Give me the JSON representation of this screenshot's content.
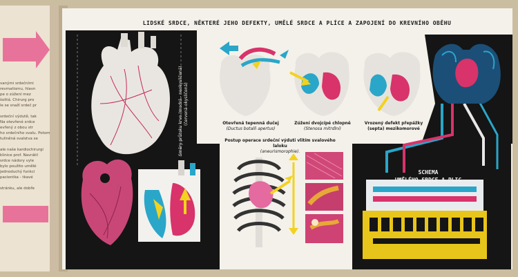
{
  "title": "LIDSKÉ SRDCE, NĚKTERÉ JEHO DEFEKTY, UMĚLÉ SRDCE A PLÍCE A ZAPOJENÍ DO KREVNÍHO OBĚHU",
  "captions": {
    "ductus": {
      "main": "Otevřená tepenná dučej",
      "latin": "(Ductus botalli apertus)"
    },
    "stenosis": {
      "main": "Zúžení dvojcípé chlopně",
      "latin": "(Stenosa mitrdlni)"
    },
    "septum": {
      "main": "Vrozený defekt přepážky",
      "latin": "(septa) mezikomorové"
    },
    "operation": {
      "main": "Postup operace srdeční výduti vlitím svalového laloku",
      "latin": "(aneurismorophie)."
    }
  },
  "side_labels": {
    "line1": "Směry průtoku krve (modrá - neokysličená)",
    "line2": "(červená-okysličená)"
  },
  "schema_label": {
    "line1": "SCHEMA",
    "line2": "UMĚLÉHO SRDCE A PLIC"
  },
  "left_page_fragments": [
    "vanými srdečními",
    "revmatismu, hlavn",
    "pe o zúžení mez",
    "šolitá. Chirurg pro",
    "le se snaží srdeč pr",
    "srdeční výdutě, tak",
    "Na otevřené srdce",
    "evřený z obou str",
    "ho srdečního svalu. Potom",
    "tuliněná svalstva se",
    "ale naše kardiochirurgi",
    "klinice prof. Navrátil",
    "srdce nádory vyle",
    "bylo použito umělé",
    "jednoduchý funkci",
    "pacientka - tkavé",
    "stránku, ale dobře"
  ],
  "colors": {
    "red": "#d8336a",
    "blue": "#2aa6c9",
    "yellow": "#f2d21f",
    "black": "#111111"
  }
}
